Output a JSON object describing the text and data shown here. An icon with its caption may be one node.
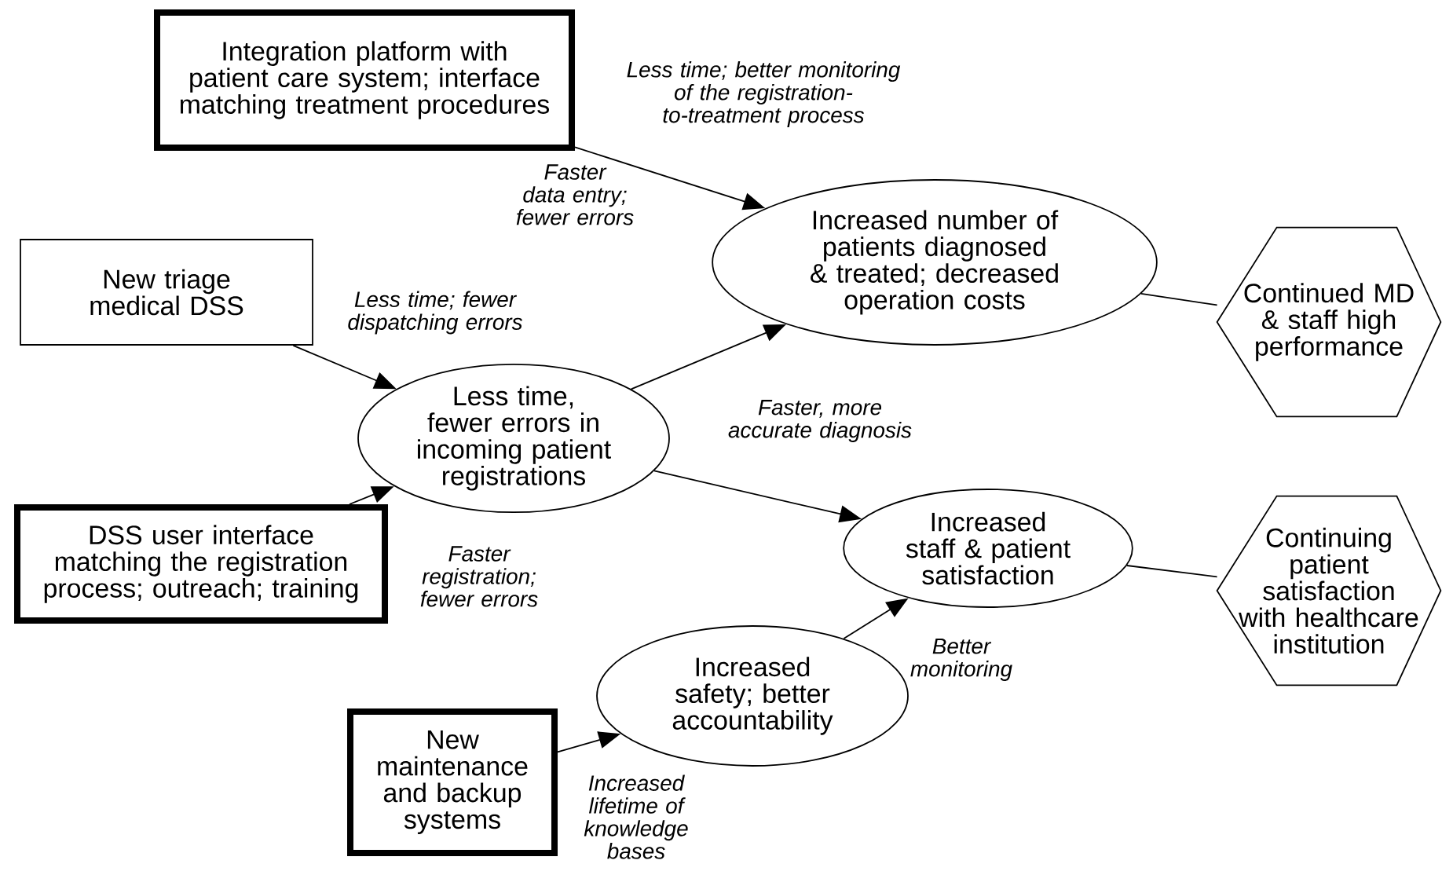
{
  "diagram": {
    "nodes": [
      {
        "text": [
          "Integration platform with patient care system; interface matching treatment procedures"
        ]
      },
      {
        "text": [
          "New triage medical DSS"
        ]
      },
      {
        "text": [
          "DSS user interface matching the registration process; outreach; training"
        ]
      },
      {
        "text": [
          "New maintenance and backup systems"
        ]
      },
      {
        "text": [
          "Less time, fewer errors in incoming patient registrations"
        ]
      },
      {
        "text": [
          "Increased number of patients diagnosed & treated; decreased operation costs"
        ]
      },
      {
        "text": [
          "Increased staff & patient satisfaction"
        ]
      },
      {
        "text": [
          "Increased safety; better accountability"
        ]
      },
      {
        "text": [
          "Continued MD & staff high performance"
        ]
      },
      {
        "text": [
          "Continuing patient satisfaction with healthcare institution"
        ]
      }
    ],
    "edges": [
      {
        "from": 0,
        "to": 5,
        "arrow": "to",
        "label": "Less time; better monitoring of the registration-to-treatment process"
      },
      {
        "from": 1,
        "to": 4,
        "arrow": "to",
        "label": "Less time; fewer dispatching errors"
      },
      {
        "from": 2,
        "to": 4,
        "arrow": "to",
        "label": "Faster registration; fewer errors"
      },
      {
        "from": 4,
        "to": 5,
        "arrow": "to",
        "label": "Faster, more accurate diagnosis"
      },
      {
        "from": 4,
        "to": 6,
        "arrow": "to"
      },
      {
        "from": 3,
        "to": 7,
        "arrow": "to",
        "label": "Increased lifetime of knowledge bases"
      },
      {
        "from": 7,
        "to": 6,
        "arrow": "to",
        "label": "Better monitoring"
      },
      {
        "from": 5,
        "to": 8,
        "arrow": "none"
      },
      {
        "from": 6,
        "to": 9,
        "arrow": "none"
      }
    ],
    "labels": [
      "Faster data entry; fewer errors"
    ]
  }
}
